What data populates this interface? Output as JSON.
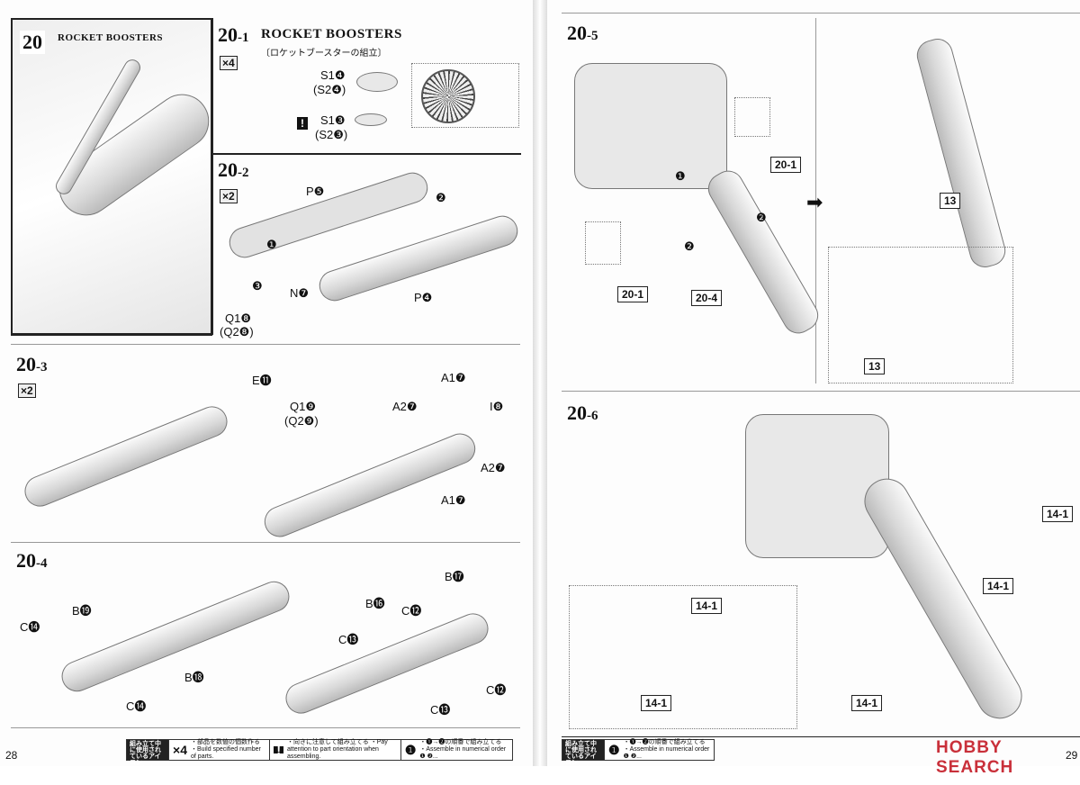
{
  "left_page": {
    "page_number": "28",
    "step20": {
      "number": "20",
      "title": "ROCKET BOOSTERS"
    },
    "step20_1": {
      "number": "20",
      "sub": "-1",
      "title": "ROCKET BOOSTERS",
      "subtitle": "〔ロケットブースターの組立〕",
      "multiplier": "×4",
      "parts": [
        "S1❹",
        "(S2❹)",
        "S1❸",
        "(S2❸)"
      ],
      "warning": "!"
    },
    "step20_2": {
      "number": "20",
      "sub": "-2",
      "multiplier": "×2",
      "parts": [
        "P❺",
        "P❹",
        "N❼",
        "Q1❽",
        "(Q2❽)"
      ],
      "order": [
        "❶",
        "❷",
        "❸"
      ]
    },
    "step20_3": {
      "number": "20",
      "sub": "-3",
      "multiplier": "×2",
      "parts": [
        "E⓫",
        "Q1❾",
        "(Q2❾)",
        "A1❼",
        "A2❼",
        "I❽",
        "A2❼",
        "A1❼"
      ]
    },
    "step20_4": {
      "number": "20",
      "sub": "-4",
      "parts": [
        "B⓳",
        "C⓮",
        "B⓲",
        "C⓮",
        "B⓰",
        "C⓬",
        "B⓱",
        "C⓭",
        "C⓬",
        "C⓭"
      ]
    },
    "footer": {
      "key": "組み立て中に使用されているアイコン Symbols used in instructions",
      "mult_icon": "×4",
      "mult_text": "・部品を数値の個数作る ・Build specified number of parts.",
      "warn_icon": "!",
      "warn_text": "・向きに注意して組み立てる ・Pay attention to part orientation when assembling.",
      "order_icon": "❶",
      "order_text": "・❶→❷の順番で組み立てる ・Assemble in numerical order ❶ ❷..."
    }
  },
  "right_page": {
    "page_number": "29",
    "step20_5": {
      "number": "20",
      "sub": "-5",
      "labels": [
        "20-1",
        "20-1",
        "20-4",
        "13",
        "13"
      ],
      "order": [
        "❶",
        "❷",
        "❷"
      ]
    },
    "step20_6": {
      "number": "20",
      "sub": "-6",
      "labels": [
        "14-1",
        "14-1",
        "14-1",
        "14-1",
        "14-1"
      ]
    },
    "footer": {
      "key": "組み立て中に使用されているアイコン Symbols used in instructions",
      "order_icon": "❶",
      "order_text": "・❶→❷の順番で組み立てる ・Assemble in numerical order ❶ ❷..."
    },
    "watermark": "HOBBY SEARCH"
  }
}
